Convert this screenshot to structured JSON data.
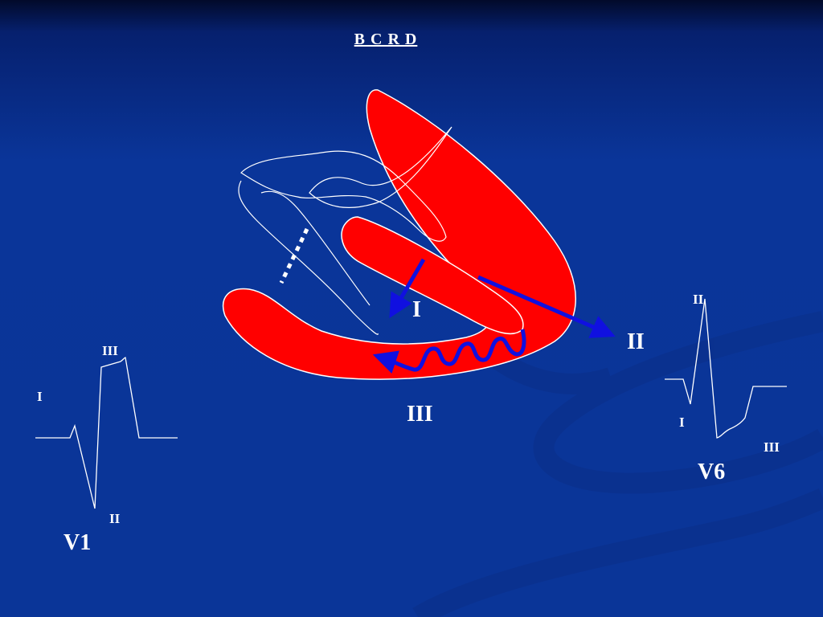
{
  "slide": {
    "title": "B C R D",
    "background_color": "#0a3598",
    "accent_red": "#ff0000",
    "arrow_blue": "#1010e0"
  },
  "heart": {
    "vector_I": "I",
    "vector_II": "II",
    "vector_III": "III"
  },
  "v1_complex": {
    "lead_name": "V1",
    "label_I": "I",
    "label_II": "II",
    "label_III": "III"
  },
  "v6_complex": {
    "lead_name": "V6",
    "label_I": "I",
    "label_II": "II",
    "label_III": "III"
  }
}
